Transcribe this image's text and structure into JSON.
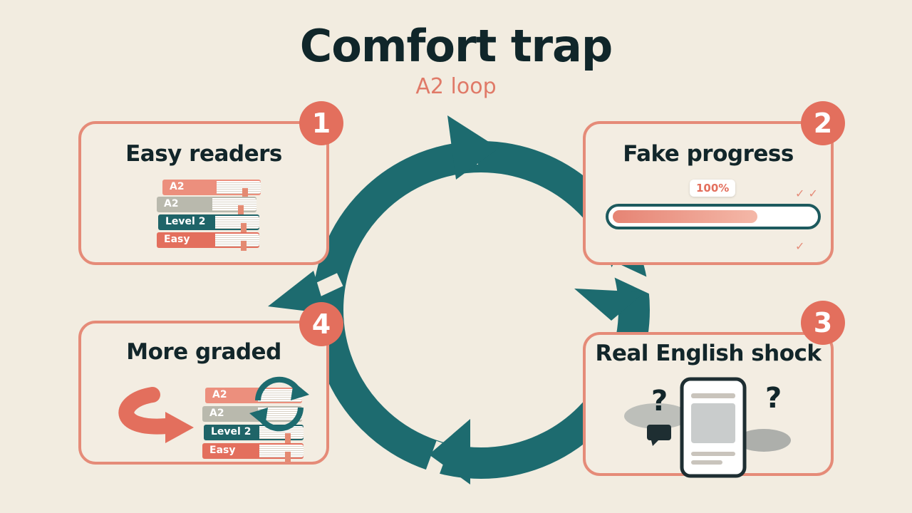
{
  "header": {
    "title": "Comfort trap",
    "subtitle": "A2 loop"
  },
  "colors": {
    "teal": "#1d6b6f",
    "coral": "#e36f5d",
    "card_border": "#e58b78",
    "background": "#f2ece0"
  },
  "steps": [
    {
      "number": "1",
      "title": "Easy readers",
      "books": [
        "A2",
        "A2",
        "Level 2",
        "Easy"
      ]
    },
    {
      "number": "2",
      "title": "Fake progress",
      "progress_label": "100%",
      "progress_fraction": 0.72
    },
    {
      "number": "3",
      "title": "Real English shock",
      "icons": [
        "question-mark-icon",
        "phone-icon",
        "chat-bubble-icon",
        "storm-cloud-icon"
      ]
    },
    {
      "number": "4",
      "title": "More graded",
      "books": [
        "A2",
        "A2",
        "Level 2",
        "Easy"
      ]
    }
  ]
}
